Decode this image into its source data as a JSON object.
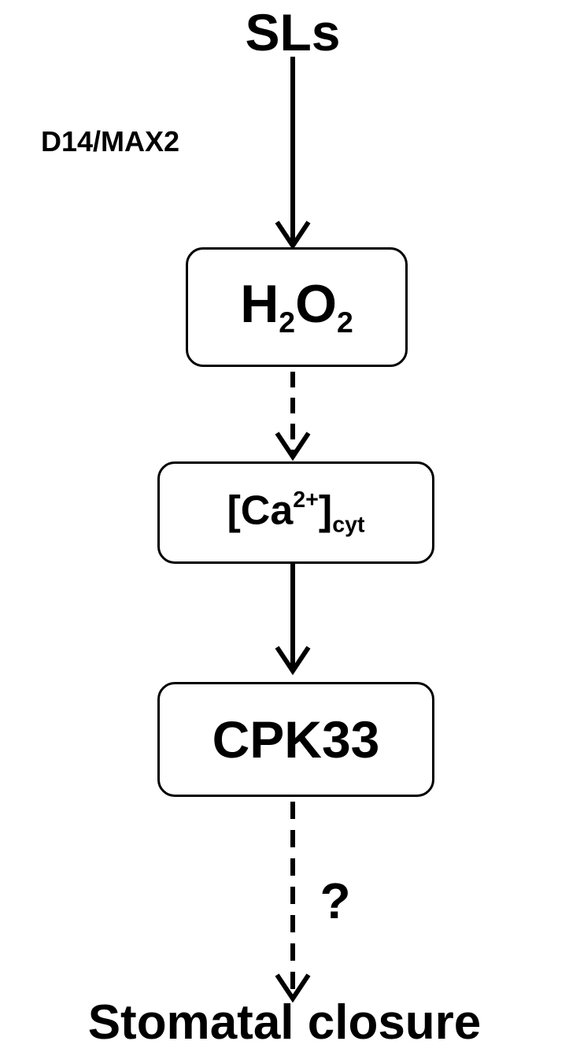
{
  "diagram": {
    "nodes": {
      "sls": {
        "label": "SLs"
      },
      "h2o2": {
        "label_parts": [
          "H",
          "2",
          "O",
          "2"
        ]
      },
      "calcium": {
        "label_parts": [
          "[Ca",
          "2+",
          "]",
          "cyt"
        ]
      },
      "cpk33": {
        "label": "CPK33"
      },
      "stomatal_closure": {
        "label": "Stomatal closure"
      }
    },
    "edges": [
      {
        "from": "sls",
        "to": "h2o2",
        "style": "solid",
        "label": "D14/MAX2"
      },
      {
        "from": "h2o2",
        "to": "calcium",
        "style": "dashed",
        "label": ""
      },
      {
        "from": "calcium",
        "to": "cpk33",
        "style": "solid",
        "label": ""
      },
      {
        "from": "cpk33",
        "to": "stomatal_closure",
        "style": "dashed",
        "label": "?"
      }
    ],
    "colors": {
      "stroke": "#000000",
      "background": "#ffffff"
    }
  }
}
